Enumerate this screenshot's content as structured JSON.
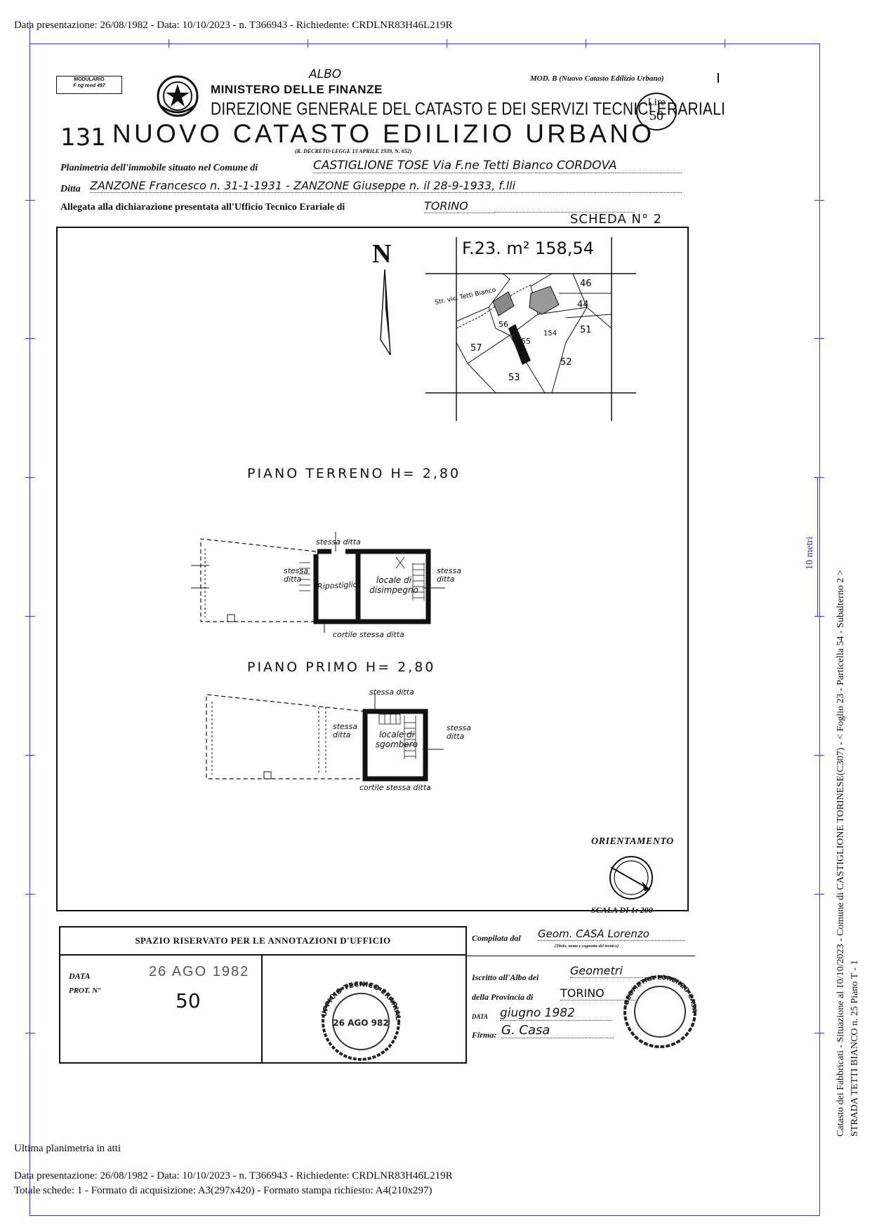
{
  "header": {
    "top_line": "Data presentazione: 26/08/1982 - Data: 10/10/2023 - n. T366943 - Richiedente: CRDLNR83H46L219R"
  },
  "form": {
    "modulario": "MODULARIO",
    "modulario_sub": "F  ng rend  497",
    "handwritten_top": "ALBO",
    "ministry": "MINISTERO DELLE FINANZE",
    "direction": "DIREZIONE GENERALE DEL CATASTO E DEI SERVIZI TECNICI ERARIALI",
    "mod_b": "MOD. B (Nuovo Catasto Edilizio Urbano)",
    "stamp_lire": "Lire",
    "stamp_value": "50",
    "hand_number": "131",
    "title": "NUOVO CATASTO EDILIZIO URBANO",
    "decree": "(R. DECRETO-LEGGE 13 APRILE 1939, N. 652)",
    "comune_label": "Planimetria dell'immobile situato nel Comune di",
    "comune_value": "CASTIGLIONE TOSE Via F.ne Tetti Bianco CORDOVA",
    "ditta_label": "Ditta",
    "ditta_value": "ZANZONE Francesco n. 31-1-1931 - ZANZONE Giuseppe n. il 28-9-1933, f.lli",
    "allegata_label": "Allegata alla dichiarazione presentata all'Ufficio Tecnico Erariale di",
    "allegata_value": "TORINO",
    "scheda": "SCHEDA N° 2"
  },
  "plan": {
    "north": "N",
    "map_ref": "F.23.  m² 158,54",
    "parcels": [
      "46",
      "44",
      "51",
      "52",
      "53",
      "57",
      "56",
      "55",
      "154"
    ],
    "map_road": "Str. vic. Tetti Bianco",
    "ground_title": "PIANO TERRENO  H= 2,80",
    "ground_rooms": [
      "Ripostiglio",
      "locale di disimpegno"
    ],
    "ground_notes": [
      "stessa ditta",
      "stessa ditta",
      "stessa ditta",
      "cortile stessa ditta"
    ],
    "first_title": "PIANO PRIMO  H= 2,80",
    "first_rooms": [
      "locale di sgombero"
    ],
    "first_notes": [
      "stessa ditta",
      "stessa ditta",
      "stessa ditta",
      "cortile stessa ditta"
    ],
    "orient_label": "ORIENTAMENTO",
    "scale": "SCALA DI 1: 200"
  },
  "office": {
    "title": "SPAZIO RISERVATO PER LE ANNOTAZIONI D'UFFICIO",
    "data_label": "DATA",
    "data_value": "26 AGO 1982",
    "prot_label": "PROT. N°",
    "prot_value": "50",
    "stamp_text": "UFFICIO TECNICO ERARIALE DI TORINO",
    "stamp_date": "26 AGO 982"
  },
  "compiler": {
    "compilata_label": "Compilata dal",
    "compilata_value": "Geom. CASA Lorenzo",
    "compilata_note": "(Titolo, nome e cognome del tecnico)",
    "iscritto_label": "Iscritto all'Albo dei",
    "iscritto_value": "Geometri",
    "provincia_label": "della Provincia di",
    "provincia_value": "TORINO",
    "data_label": "DATA",
    "data_value": "giugno 1982",
    "firma_label": "Firma:",
    "firma_value": "G. Casa",
    "stamp_text": "GEOMETRA LORENZO CASA ALBO N. 21"
  },
  "side": {
    "scale_bar": "10 metri",
    "vertical_1": "Catasto dei Fabbricati - Situazione al 10/10/2023 - Comune di CASTIGLIONE TORINESE(C307) - < Foglio 23 - Particella 54 - Subalterno 2 >",
    "vertical_2": "STRADA TETTI BIANCO n. 25 Piano T - 1"
  },
  "footer": {
    "ultima": "Ultima planimetria in atti",
    "line1": "Data presentazione: 26/08/1982 - Data: 10/10/2023 - n. T366943 - Richiedente: CRDLNR83H46L219R",
    "line2": "Totale schede: 1 - Formato di acquisizione: A3(297x420)  - Formato stampa richiesto: A4(210x297)"
  },
  "colors": {
    "frame": "#3a3ad6",
    "ink": "#111111"
  }
}
